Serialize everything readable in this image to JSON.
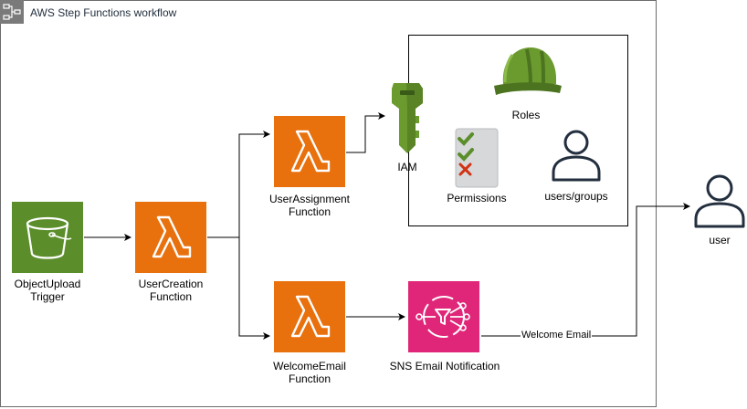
{
  "group": {
    "title": "AWS Step Functions workflow",
    "icon": "step-functions-icon"
  },
  "nodes": {
    "object_upload": {
      "line1": "ObjectUpload",
      "line2": "Trigger",
      "icon": "s3-bucket-icon",
      "color": "#5b8e2a"
    },
    "user_creation": {
      "line1": "UserCreation",
      "line2": "Function",
      "icon": "lambda-icon",
      "color": "#e8700d"
    },
    "user_assignment": {
      "line1": "UserAssignment",
      "line2": "Function",
      "icon": "lambda-icon",
      "color": "#e8700d"
    },
    "welcome_email": {
      "line1": "WelcomeEmail",
      "line2": "Function",
      "icon": "lambda-icon",
      "color": "#e8700d"
    },
    "sns": {
      "label": "SNS Email Notification",
      "icon": "sns-icon",
      "color": "#e02679"
    },
    "iam": {
      "label": "IAM",
      "icon": "iam-key-icon"
    },
    "roles": {
      "label": "Roles",
      "icon": "hard-hat-icon"
    },
    "permissions": {
      "label": "Permissions",
      "icon": "checklist-icon"
    },
    "users_groups": {
      "label": "users/groups",
      "icon": "user-icon"
    },
    "user": {
      "label": "user",
      "icon": "user-icon"
    }
  },
  "edges": {
    "welcome_email_label": "Welcome Email"
  }
}
